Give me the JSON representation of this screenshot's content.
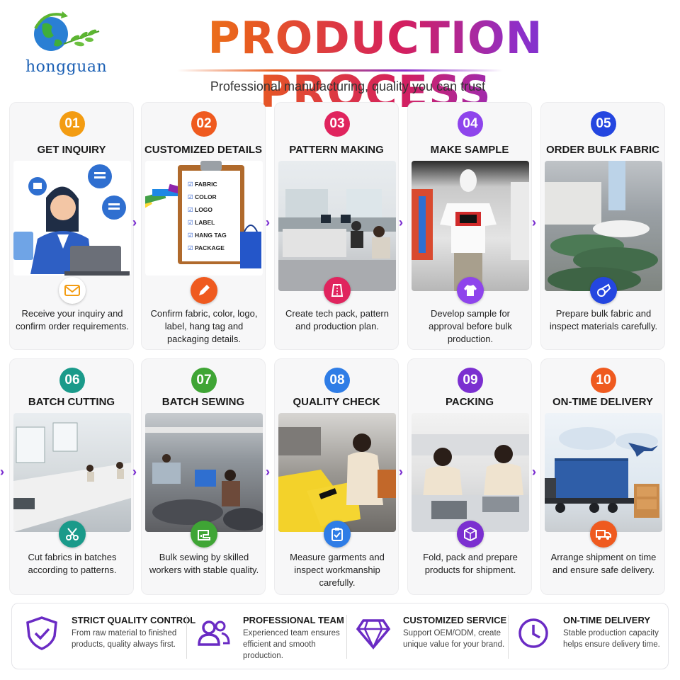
{
  "brand": {
    "logo_text": "hongguan"
  },
  "header": {
    "title": "PRODUCTION PROCESS",
    "subtitle": "Professional manufacturing, quality you can trust"
  },
  "steps": [
    {
      "num": "01",
      "title": "GET INQUIRY",
      "desc": "Receive your inquiry and confirm order requirements.",
      "color": "#f39c12",
      "icon": "envelope-icon",
      "photo": "customer-service-illustration"
    },
    {
      "num": "02",
      "title": "CUSTOMIZED DETAILS",
      "desc": "Confirm fabric, color, logo, label, hang tag and packaging details.",
      "color": "#ef5a1f",
      "icon": "pencil-icon",
      "photo": "checklist-illustration",
      "checklist": [
        "FABRIC",
        "COLOR",
        "LOGO",
        "LABEL",
        "HANG TAG",
        "PACKAGE"
      ]
    },
    {
      "num": "03",
      "title": "PATTERN MAKING",
      "desc": "Create tech pack, pattern and production plan.",
      "color": "#e0245e",
      "icon": "garment-pattern-icon",
      "photo": "pattern-room-photo"
    },
    {
      "num": "04",
      "title": "MAKE SAMPLE",
      "desc": "Develop sample for approval before bulk production.",
      "color": "#8e44ec",
      "icon": "tshirt-icon",
      "photo": "sample-room-photo"
    },
    {
      "num": "05",
      "title": "ORDER BULK FABRIC",
      "desc": "Prepare bulk fabric and inspect materials carefully.",
      "color": "#2446e0",
      "icon": "fabric-roll-icon",
      "photo": "fabric-warehouse-photo"
    },
    {
      "num": "06",
      "title": "BATCH CUTTING",
      "desc": "Cut fabrics in batches according to patterns.",
      "color": "#1a9a8a",
      "icon": "scissors-icon",
      "photo": "cutting-table-photo"
    },
    {
      "num": "07",
      "title": "BATCH SEWING",
      "desc": "Bulk sewing by skilled workers with stable quality.",
      "color": "#3fa535",
      "icon": "sewing-machine-icon",
      "photo": "sewing-floor-photo"
    },
    {
      "num": "08",
      "title": "QUALITY CHECK",
      "desc": "Measure garments and inspect workmanship carefully.",
      "color": "#2f7de6",
      "icon": "clipboard-check-icon",
      "photo": "inspection-photo"
    },
    {
      "num": "09",
      "title": "PACKING",
      "desc": "Fold, pack and prepare products for shipment.",
      "color": "#7b2fd0",
      "icon": "box-icon",
      "photo": "packing-photo"
    },
    {
      "num": "10",
      "title": "ON-TIME DELIVERY",
      "desc": "Arrange shipment on time and ensure safe delivery.",
      "color": "#ef5a1f",
      "icon": "delivery-truck-icon",
      "photo": "container-truck-photo"
    }
  ],
  "features": [
    {
      "title": "STRICT QUALITY CONTROL",
      "desc": "From raw material to finished products, quality always first.",
      "icon": "shield-check-icon"
    },
    {
      "title": "PROFESSIONAL TEAM",
      "desc": "Experienced team ensures efficient and smooth production.",
      "icon": "team-icon"
    },
    {
      "title": "CUSTOMIZED SERVICE",
      "desc": "Support OEM/ODM, create unique value for your brand.",
      "icon": "diamond-icon"
    },
    {
      "title": "ON-TIME DELIVERY",
      "desc": "Stable production capacity helps ensure delivery time.",
      "icon": "clock-icon"
    }
  ],
  "colors": {
    "accent_purple": "#7b2fd0",
    "card_bg": "#f7f7f8"
  }
}
